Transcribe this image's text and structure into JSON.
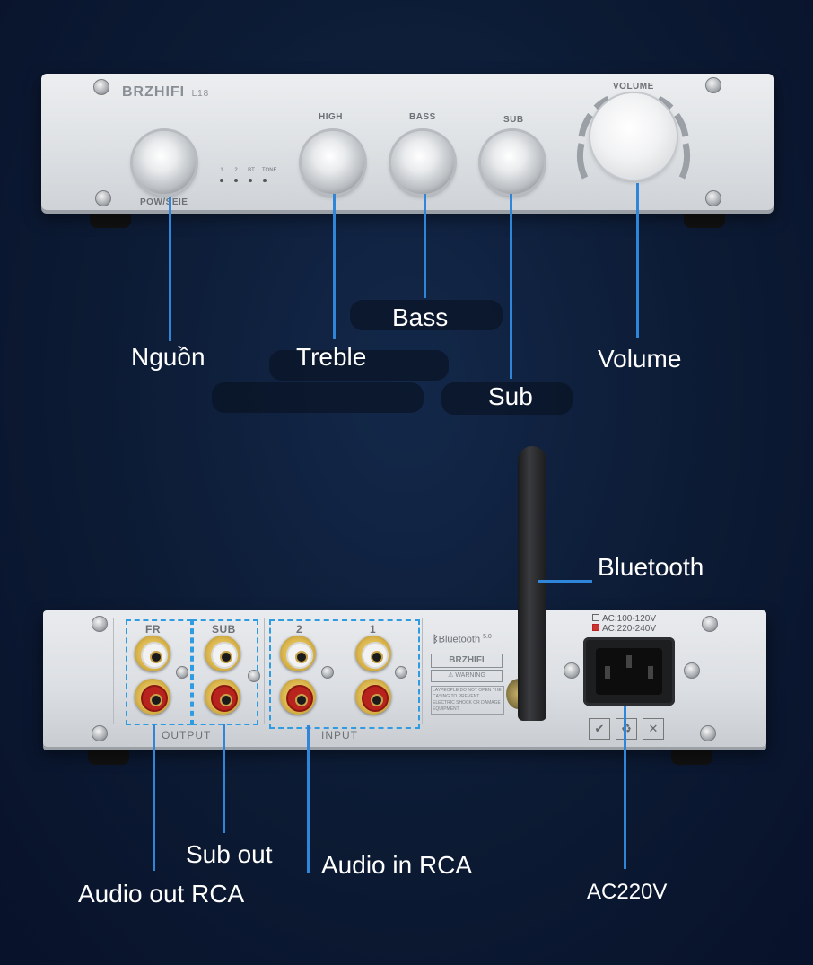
{
  "front_panel": {
    "brand": "BRZHIFI",
    "model": "L18",
    "power_label": "POW/SEIE",
    "indicator_labels": [
      "1",
      "2",
      "BT",
      "TONE"
    ],
    "knob_labels": {
      "high": "HIGH",
      "bass": "BASS",
      "sub": "SUB",
      "volume": "VOLUME"
    }
  },
  "back_panel": {
    "output_channels": {
      "fr": "FR",
      "sub": "SUB"
    },
    "input_channels": {
      "in2": "2",
      "in1": "1"
    },
    "output_label": "OUTPUT",
    "input_label": "INPUT",
    "bluetooth_badge": "Bluetooth",
    "bluetooth_version": "5.0",
    "brand": "BRZHIFI",
    "warning_badge": "WARNING",
    "warning_text": "LAYPEOPLE DO NOT OPEN THE CASING TO PREVENT ELECTRIC SHOCK OR DAMAGE EQUIPMENT",
    "ac_options": [
      "AC:100-120V",
      "AC:220-240V"
    ],
    "cert_icons": [
      "checkmark-icon",
      "recycle-icon",
      "bin-crossed-icon"
    ]
  },
  "callouts": {
    "power": "Nguồn",
    "treble": "Treble",
    "bass": "Bass",
    "sub": "Sub",
    "volume": "Volume",
    "bluetooth": "Bluetooth",
    "sub_out": "Sub out",
    "audio_in": "Audio in RCA",
    "audio_out": "Audio out RCA",
    "ac": "AC220V"
  },
  "colors": {
    "background": "#0c1a33",
    "callout_line": "#2f86d9",
    "dashed_box": "#2f9be0",
    "label_text": "#ffffff"
  }
}
